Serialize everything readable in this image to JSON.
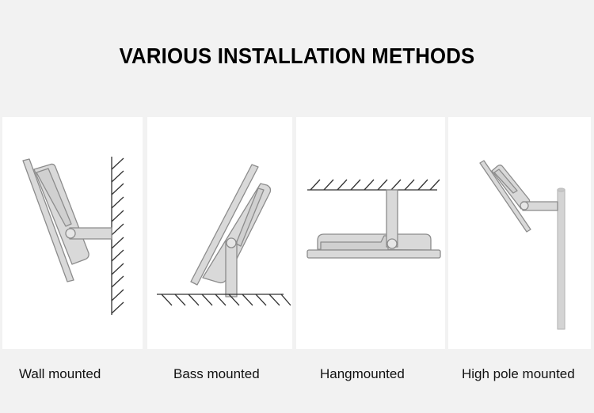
{
  "title": "VARIOUS INSTALLATION METHODS",
  "colors": {
    "background": "#f2f2f2",
    "panel": "#ffffff",
    "lamp_fill": "#d9d9d9",
    "lamp_stroke": "#8c8c8c",
    "hatch": "#333333"
  },
  "methods": [
    {
      "label": "Wall mounted",
      "icon": "wall-mount-diagram"
    },
    {
      "label": "Bass mounted",
      "icon": "base-mount-diagram"
    },
    {
      "label": "Hangmounted",
      "icon": "hang-mount-diagram"
    },
    {
      "label": "High pole mounted",
      "icon": "pole-mount-diagram"
    }
  ]
}
